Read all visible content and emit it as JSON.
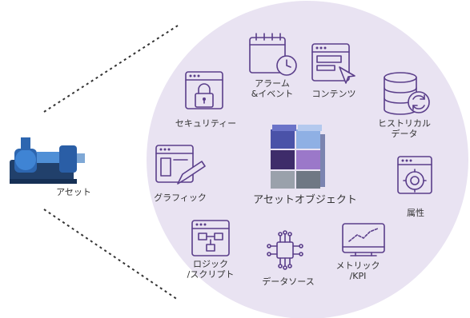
{
  "title": "",
  "asset": {
    "label": "アセット"
  },
  "center": {
    "label": "アセットオブジェクト"
  },
  "nodes": [
    {
      "key": "alarm",
      "label_lines": [
        "アラーム",
        "&イベント"
      ]
    },
    {
      "key": "content",
      "label_lines": [
        "コンテンツ"
      ]
    },
    {
      "key": "security",
      "label_lines": [
        "セキュリティー"
      ]
    },
    {
      "key": "history",
      "label_lines": [
        "ヒストリカル",
        "データ"
      ]
    },
    {
      "key": "graphic",
      "label_lines": [
        "グラフィック"
      ]
    },
    {
      "key": "attribute",
      "label_lines": [
        "属性"
      ]
    },
    {
      "key": "logic",
      "label_lines": [
        "ロジック",
        "/スクリプト"
      ]
    },
    {
      "key": "source",
      "label_lines": [
        "データソース"
      ]
    },
    {
      "key": "metric",
      "label_lines": [
        "メトリック",
        "/KPI"
      ]
    }
  ],
  "colors": {
    "circle_fill": "#e9e3f2",
    "icon": "#5a3e8a",
    "dots": "#333333"
  }
}
